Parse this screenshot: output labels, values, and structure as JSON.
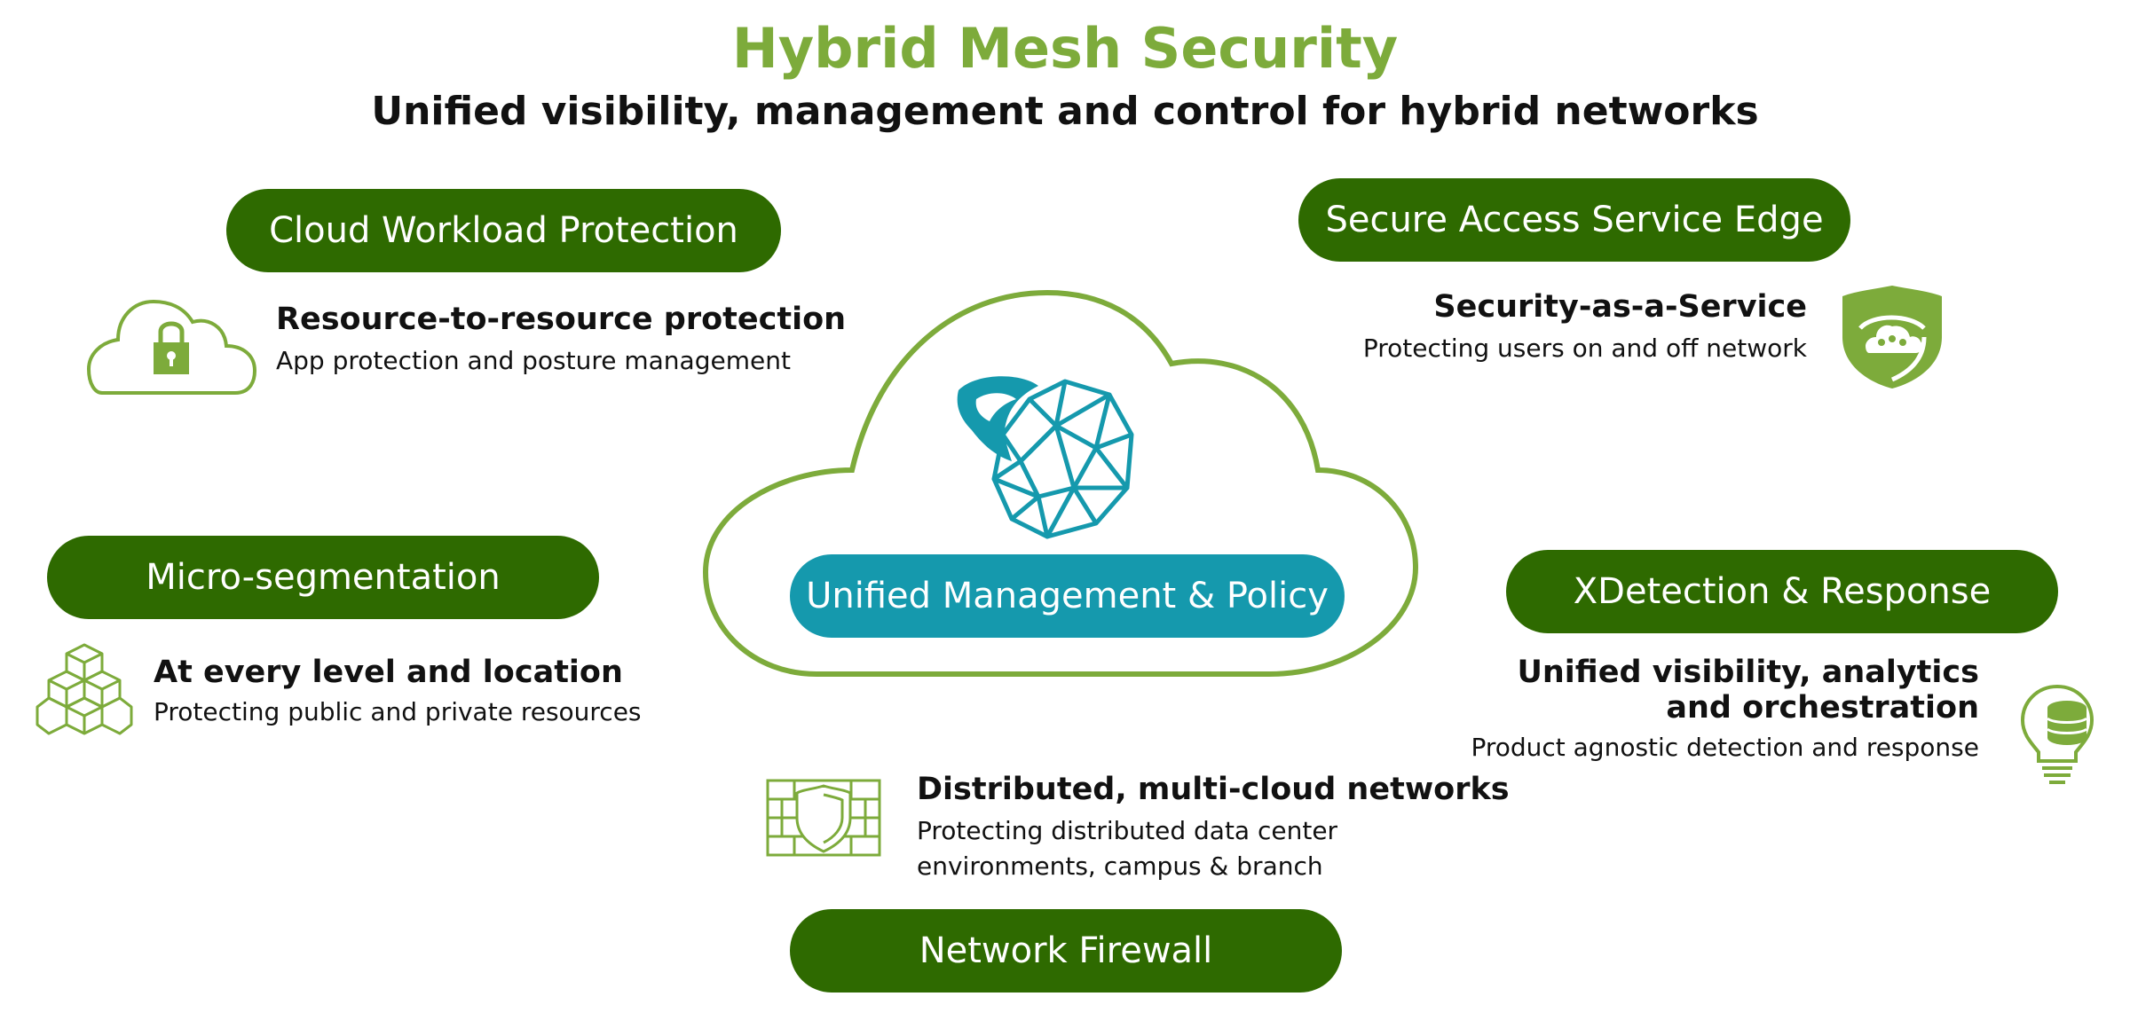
{
  "title": "Hybrid Mesh Security",
  "subtitle": "Unified visibility, management and control for hybrid networks",
  "center": {
    "label": "Unified Management & Policy"
  },
  "sections": {
    "cloud_workload": {
      "pill": "Cloud Workload Protection",
      "heading": "Resource-to-resource protection",
      "desc": "App protection and posture management"
    },
    "sase": {
      "pill": "Secure Access Service Edge",
      "heading": "Security-as-a-Service",
      "desc": "Protecting users on and off network"
    },
    "microseg": {
      "pill": "Micro-segmentation",
      "heading": "At every level and location",
      "desc": "Protecting public and private resources"
    },
    "xdr": {
      "pill": "XDetection & Response",
      "heading_line1": "Unified visibility, analytics",
      "heading_line2": "and orchestration",
      "desc": "Product agnostic detection and response"
    },
    "firewall": {
      "pill": "Network Firewall",
      "heading": "Distributed, multi-cloud networks",
      "desc_line1": "Protecting distributed data center",
      "desc_line2": "environments, campus & branch"
    }
  },
  "colors": {
    "title_green": "#7dab3b",
    "pill_green": "#2e6a00",
    "center_teal": "#1599ad",
    "icon_green": "#7dab3b"
  },
  "icons": [
    "cloud-lock-icon",
    "shield-cloud-icon",
    "cubes-icon",
    "lightbulb-database-icon",
    "firewall-shield-icon",
    "mesh-sphere-logo-icon"
  ]
}
